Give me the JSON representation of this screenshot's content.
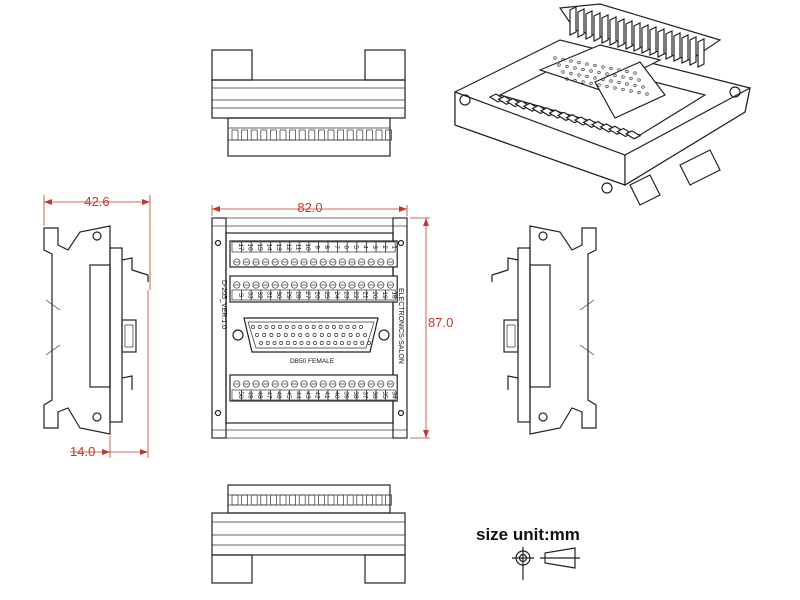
{
  "dimensions": {
    "width": "82.0",
    "height": "87.0",
    "depth": "42.6",
    "rail_offset": "14.0"
  },
  "board": {
    "top_row_numbers": [
      "17",
      "16",
      "15",
      "14",
      "13",
      "12",
      "11",
      "10",
      "9",
      "8",
      "7",
      "6",
      "5",
      "4",
      "3",
      "2",
      "1"
    ],
    "middle_row_numbers": [
      "S",
      "33",
      "32",
      "31",
      "30",
      "29",
      "28",
      "27",
      "26",
      "25",
      "24",
      "23",
      "22",
      "21",
      "20",
      "19",
      "18"
    ],
    "bottom_row_numbers": [
      "50",
      "49",
      "48",
      "47",
      "46",
      "45",
      "44",
      "43",
      "42",
      "41",
      "40",
      "39",
      "38",
      "37",
      "36",
      "35",
      "34"
    ],
    "connector_label": "DB50 FEMALE",
    "version_label": "D-205_VER:1.0",
    "brand_label": "ELECTRONICS-SALON",
    "side_marker": "S"
  },
  "unit_note": "size unit:mm"
}
